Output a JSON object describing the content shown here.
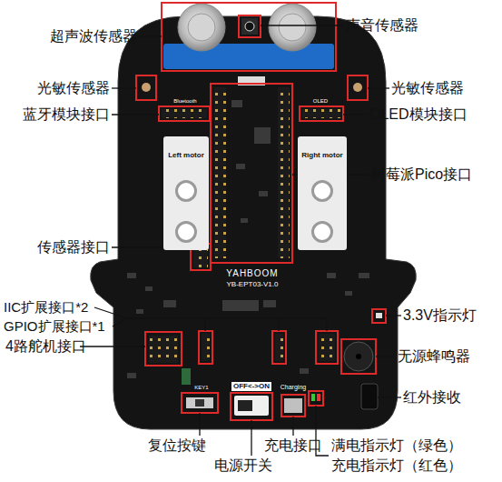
{
  "diagram": {
    "nodes": [
      {
        "text": [
          "Left motor"
        ]
      },
      {
        "text": [
          "Right motor"
        ]
      }
    ],
    "labels": [
      "超声波传感器",
      "声音传感器",
      "光敏传感器",
      "光敏传感器",
      "蓝牙模块接口",
      "OLED模块接口",
      "树莓派Pico接口",
      "传感器接口",
      "IIC扩展接口*2",
      "GPIO扩展接口*1",
      "4路舵机接口",
      "3.3V指示灯",
      "无源蜂鸣器",
      "红外接收",
      "复位按键",
      "电源开关",
      "充电接口",
      "满电指示灯（绿色）",
      "充电指示灯（红色）",
      "YAHBOOM",
      "YB-EPT03-V1.0",
      "OFF<->ON",
      "Charging",
      "KEY1",
      "Bluetooth",
      "OLED"
    ]
  }
}
